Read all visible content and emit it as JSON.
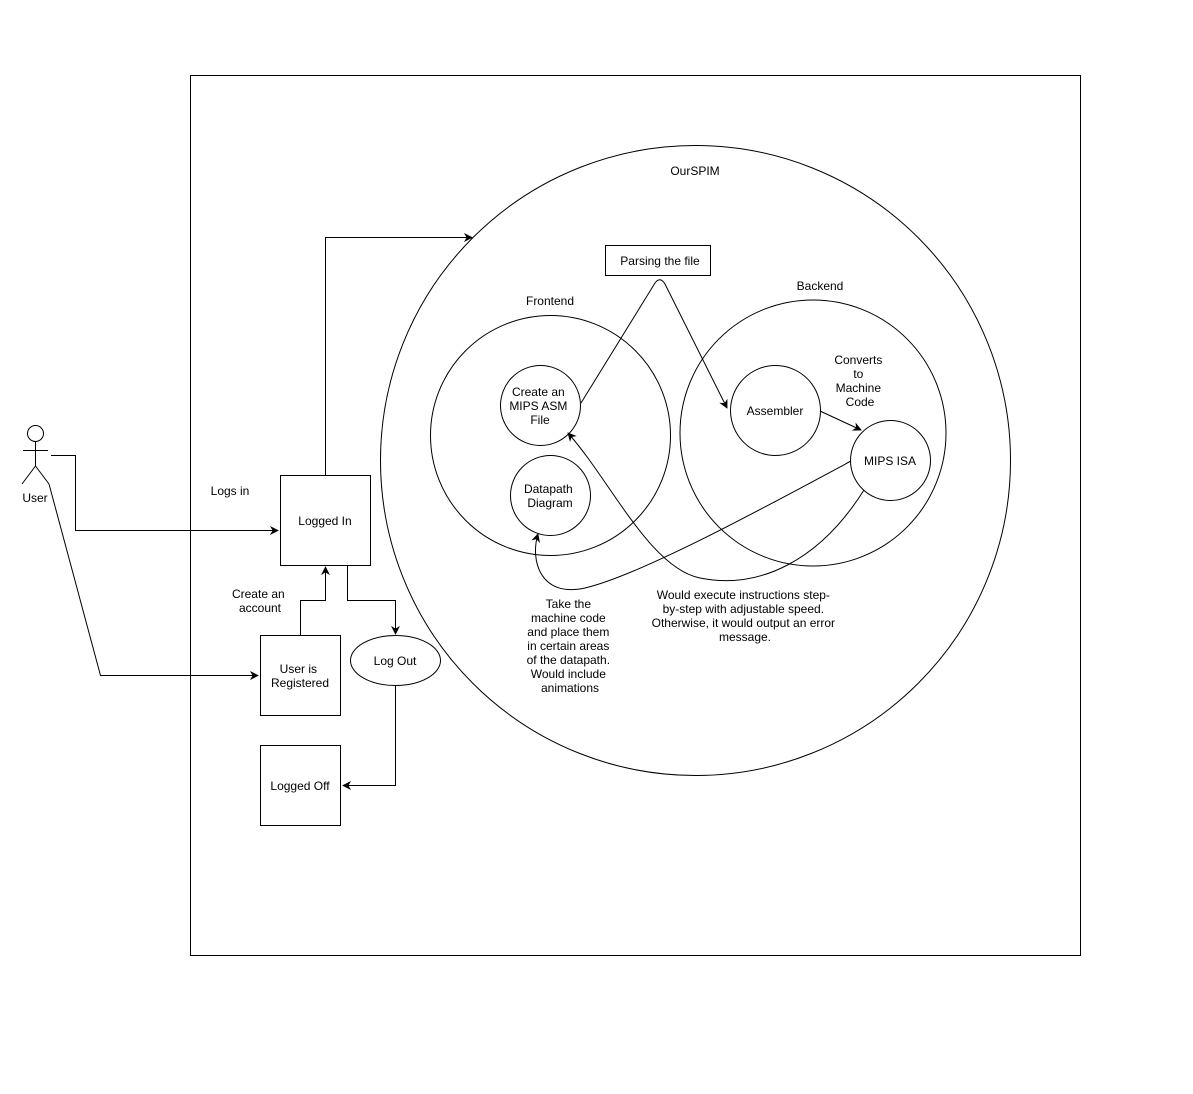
{
  "actor": {
    "label": "User",
    "icon": "stick-figure-icon"
  },
  "system_boundary": {
    "label": ""
  },
  "states": {
    "logged_in": "Logged In",
    "user_registered": [
      "User is",
      "Registered"
    ],
    "logged_off": "Logged Off",
    "log_out": "Log Out"
  },
  "edge_labels": {
    "logs_in": "Logs in",
    "create_account": [
      "Create an",
      "account"
    ]
  },
  "system": {
    "title": "OurSPIM",
    "parsing": "Parsing the file",
    "frontend": {
      "title": "Frontend",
      "create_file": [
        "Create an",
        "MIPS ASM",
        "File"
      ],
      "datapath": [
        "Datapath",
        "Diagram"
      ]
    },
    "backend": {
      "title": "Backend",
      "assembler": "Assembler",
      "mips_isa": "MIPS ISA",
      "converts": [
        "Converts",
        "to",
        "Machine",
        "Code"
      ]
    },
    "notes": {
      "datapath_note": [
        "Take the",
        "machine code",
        "and place them",
        "in certain areas",
        "of the datapath.",
        "Would include",
        "animations"
      ],
      "execute_note": [
        "Would execute instructions step-",
        "by-step with adjustable speed.",
        "Otherwise, it would output an error",
        "message."
      ]
    }
  },
  "colors": {
    "stroke": "#000000",
    "background": "#ffffff"
  }
}
